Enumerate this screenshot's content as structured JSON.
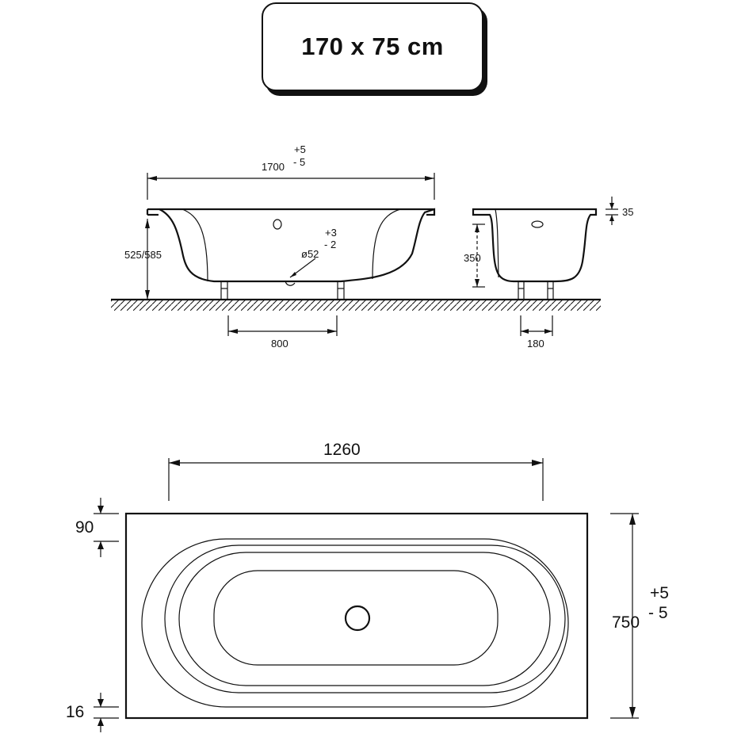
{
  "title": "170 x 75 cm",
  "side_view": {
    "length": "1700",
    "length_tol_plus": "+5",
    "length_tol_minus": "- 5",
    "height": "525/585",
    "drain_diameter": "ø52",
    "drain_tol_plus": "+3",
    "drain_tol_minus": "- 2",
    "leg_spacing": "800"
  },
  "end_view": {
    "rim": "35",
    "depth": "350",
    "leg_spacing": "180"
  },
  "top_view": {
    "inner_length": "1260",
    "width": "750",
    "width_tol_plus": "+5",
    "width_tol_minus": "- 5",
    "rim_top": "90",
    "rim_bottom": "16"
  },
  "colors": {
    "line": "#111111",
    "background": "#ffffff"
  }
}
